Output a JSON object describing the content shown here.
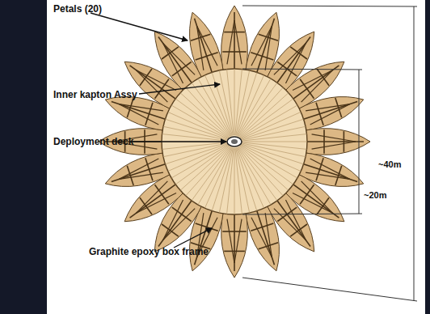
{
  "diagram": {
    "labels": [
      "Petals (20)",
      "Inner kapton Assy",
      "Deployment deck",
      "Graphite epoxy box frame",
      "~40m",
      "~20m"
    ]
  }
}
